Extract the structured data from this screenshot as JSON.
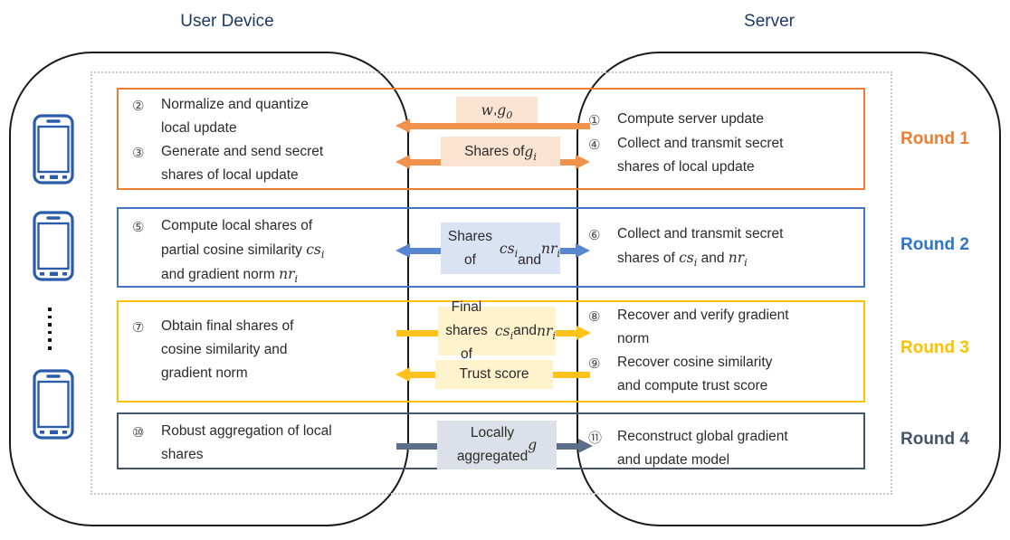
{
  "colors": {
    "round1": "#ED7D31",
    "round1_arrow": "#F0914C",
    "round1_label_bg": "#FBE3D1",
    "round2": "#4472C4",
    "round2_side": "#2E74C8",
    "round2_arrow": "#5886D1",
    "round2_label_bg": "#DAE3F3",
    "round3": "#FFC000",
    "round3_arrow": "#FFC21A",
    "round3_label_bg": "#FFF3CD",
    "round4": "#44546A",
    "round4_arrow": "#5C6F8A",
    "round4_label_bg": "#DBE0E9",
    "title": "#1F3864",
    "phone": "#2A5CAA",
    "text": "#2B2B2B",
    "num": "#4A4A4A",
    "dotted": "#C8C8C8"
  },
  "header": {
    "left_title": "User Device",
    "right_title": "Server"
  },
  "icons": {
    "device": "phone-icon",
    "more_devices": "vertical-ellipsis-icon"
  },
  "rounds": [
    {
      "label": "Round 1",
      "left_steps": [
        {
          "num": "②",
          "text": "Normalize and quantize\nlocal update"
        },
        {
          "num": "③",
          "text": "Generate and send secret\nshares of local update"
        }
      ],
      "right_steps": [
        {
          "num": "①",
          "text": "Compute server update"
        },
        {
          "num": "④",
          "text": "Collect and transmit secret\nshares of local update"
        }
      ],
      "messages": [
        {
          "text": "{w}, {g_0}",
          "direction": "server-to-device"
        },
        {
          "text": "Shares of {g_i}",
          "direction": "bidirectional"
        }
      ]
    },
    {
      "label": "Round 2",
      "left_steps": [
        {
          "num": "⑤",
          "text": "Compute local shares of\npartial cosine similarity {cs_i}\nand gradient norm {nr_i}"
        }
      ],
      "right_steps": [
        {
          "num": "⑥",
          "text": "Collect and transmit secret\nshares of {cs_i} and {nr_i}"
        }
      ],
      "messages": [
        {
          "text": "Shares of {cs_i}\nand {nr_i}",
          "direction": "bidirectional"
        }
      ]
    },
    {
      "label": "Round 3",
      "left_steps": [
        {
          "num": "⑦",
          "text": "Obtain final shares of\ncosine similarity and\ngradient norm"
        }
      ],
      "right_steps": [
        {
          "num": "⑧",
          "text": "Recover and verify gradient\nnorm"
        },
        {
          "num": "⑨",
          "text": "Recover cosine similarity\nand compute trust score"
        }
      ],
      "messages": [
        {
          "text": "Final shares\nof {cs_i} and {nr_i}",
          "direction": "device-to-server"
        },
        {
          "text": "Trust score",
          "direction": "server-to-device"
        }
      ]
    },
    {
      "label": "Round 4",
      "left_steps": [
        {
          "num": "⑩",
          "text": "Robust aggregation of local\nshares"
        }
      ],
      "right_steps": [
        {
          "num": "⑪",
          "text": "Reconstruct global gradient\nand update model"
        }
      ],
      "messages": [
        {
          "text": "Locally\naggregated {g}",
          "direction": "device-to-server"
        }
      ]
    }
  ]
}
